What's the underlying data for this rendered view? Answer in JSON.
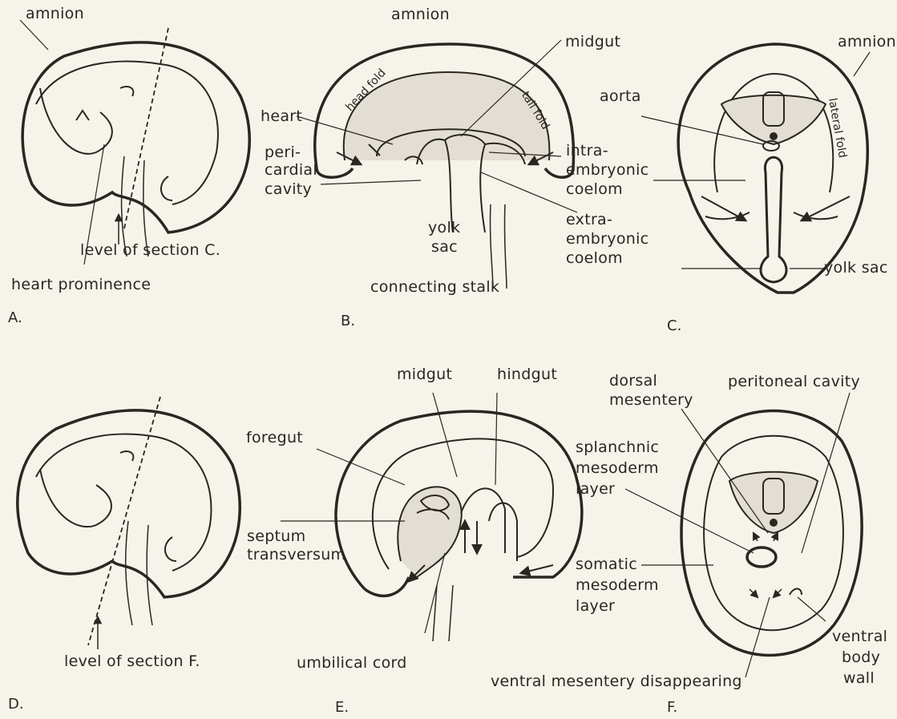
{
  "panels": {
    "A": {
      "letter": "A.",
      "labels": {
        "amnion": "amnion",
        "level_section_c": "level of section C.",
        "heart_prominence": "heart prominence"
      }
    },
    "B": {
      "letter": "B.",
      "labels": {
        "amnion": "amnion",
        "midgut": "midgut",
        "head_fold": "head fold",
        "tail_fold": "tail fold",
        "heart": "heart",
        "pericardial_1": "peri-",
        "pericardial_2": "cardial",
        "pericardial_3": "cavity",
        "intra_1": "intra-",
        "intra_2": "embryonic",
        "intra_3": "coelom",
        "yolk_1": "yolk",
        "yolk_2": "sac",
        "extra_1": "extra-",
        "extra_2": "embryonic",
        "extra_3": "coelom",
        "connecting_stalk": "connecting stalk"
      }
    },
    "C": {
      "letter": "C.",
      "labels": {
        "amnion": "amnion",
        "aorta": "aorta",
        "lateral_fold": "lateral fold",
        "yolk_sac": "yolk sac"
      }
    },
    "D": {
      "letter": "D.",
      "labels": {
        "level_section_f": "level of section F."
      }
    },
    "E": {
      "letter": "E.",
      "labels": {
        "midgut": "midgut",
        "hindgut": "hindgut",
        "foregut": "foregut",
        "septum_1": "septum",
        "septum_2": "transversum",
        "umbilical_cord": "umbilical cord"
      }
    },
    "F": {
      "letter": "F.",
      "labels": {
        "dorsal_1": "dorsal",
        "dorsal_2": "mesentery",
        "peritoneal_cavity": "peritoneal cavity",
        "splanchnic_1": "splanchnic",
        "splanchnic_2": "mesoderm",
        "splanchnic_3": "layer",
        "somatic_1": "somatic",
        "somatic_2": "mesoderm",
        "somatic_3": "layer",
        "ventral_mesentery": "ventral mesentery disappearing",
        "ventral_body_1": "ventral",
        "ventral_body_2": "body",
        "ventral_body_3": "wall"
      }
    }
  },
  "colors": {
    "ink": "#2a2622",
    "tissue": "#d9d4c9",
    "paper": "#f6f3ea"
  }
}
